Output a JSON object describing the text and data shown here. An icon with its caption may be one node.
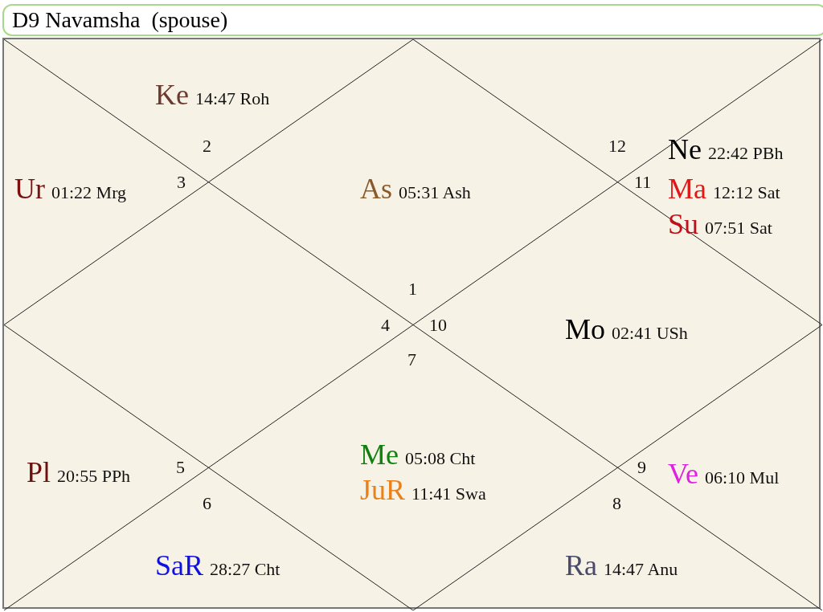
{
  "diagram": {
    "title": "D9 Navamsha  (spouse)",
    "labels": [
      "Ke",
      "14:47 Roh",
      "2",
      "12",
      "Ne",
      "22:42 PBh",
      "3",
      "11",
      "Ur",
      "01:22 Mrg",
      "As",
      "05:31 Ash",
      "Ma",
      "12:12 Sat",
      "Su",
      "07:51 Sat",
      "1",
      "4",
      "10",
      "Mo",
      "02:41 USh",
      "7",
      "Me",
      "05:08 Cht",
      "5",
      "9",
      "Pl",
      "20:55 PPh",
      "Ve",
      "06:10 Mul",
      "JuR",
      "11:41 Swa",
      "6",
      "8",
      "SaR",
      "28:27 Cht",
      "Ra",
      "14:47 Anu"
    ]
  }
}
